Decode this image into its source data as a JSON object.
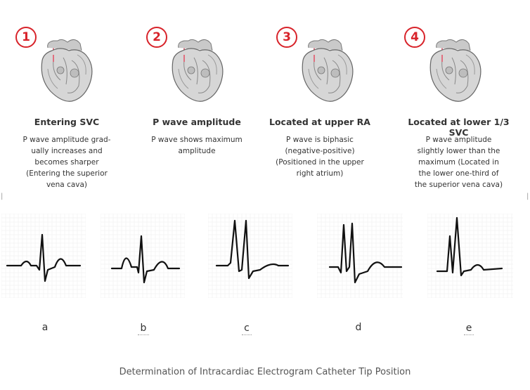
{
  "steps": [
    {
      "number": "1",
      "title": "Entering SVC",
      "description": "P wave amplitude grad-\nually increases and\nbecomes sharper\n(Entering the superior\nvena cava)"
    },
    {
      "number": "2",
      "title": "P wave amplitude",
      "description": "P wave shows maximum\namplitude"
    },
    {
      "number": "3",
      "title": "Located at upper RA",
      "description": "P wave is biphasic\n(negative-positive)\n(Positioned in the upper\nright atrium)"
    },
    {
      "number": "4",
      "title": "Located at lower 1/3 SVC",
      "description": "P wave amplitude\nslightly lower than the\nmaximum (Located in\nthe lower one-third of\nthe superior vena cava)"
    }
  ],
  "ecg_labels": [
    "a",
    "b",
    "c",
    "d",
    "e"
  ],
  "caption": "Determination of Intracardiac Electrogram Catheter Tip Position",
  "colors": {
    "badge": "#d8232a",
    "catheter": "#e07080",
    "trace": "#111111",
    "grid": "#eeeeee"
  }
}
